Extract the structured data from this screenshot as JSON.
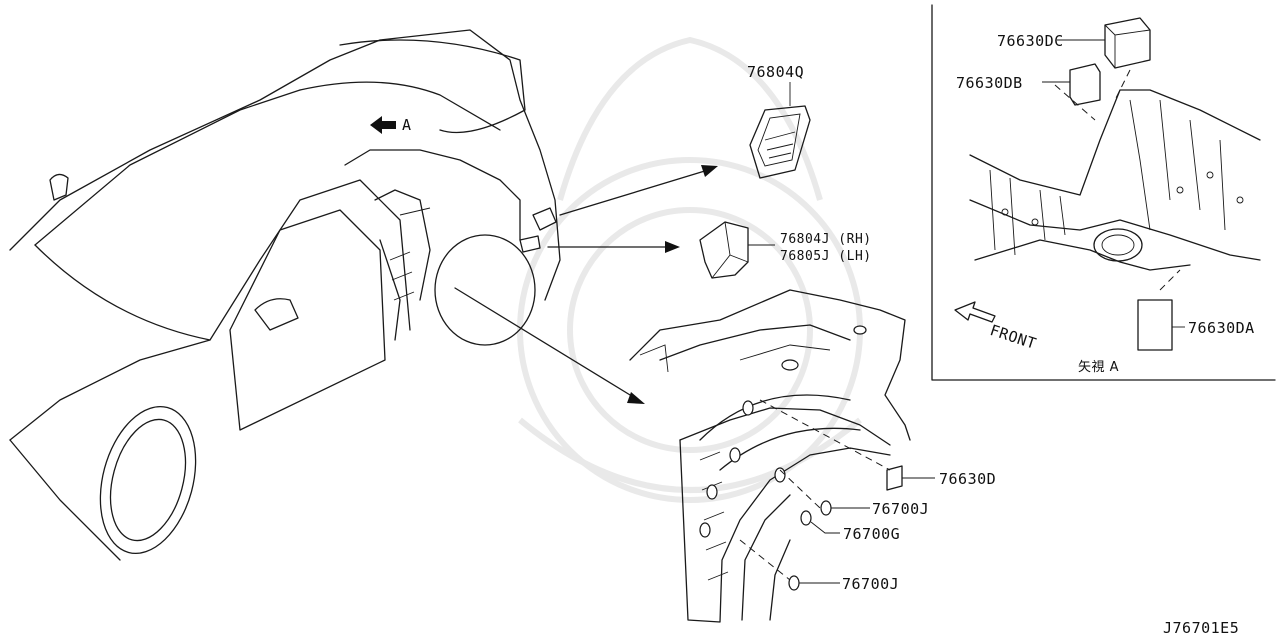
{
  "diagram_code": "J76701E5",
  "view_a_caption": "矢視 A",
  "front_label": "FRONT",
  "view_marker": "A",
  "parts": [
    {
      "id": "p1",
      "number": "76804Q"
    },
    {
      "id": "p2",
      "number": "76804J (RH)"
    },
    {
      "id": "p3",
      "number": "76805J (LH)"
    },
    {
      "id": "p4",
      "number": "76630D"
    },
    {
      "id": "p5",
      "number": "76700J"
    },
    {
      "id": "p6",
      "number": "76700G"
    },
    {
      "id": "p7",
      "number": "76700J"
    },
    {
      "id": "p8",
      "number": "76630DC"
    },
    {
      "id": "p9",
      "number": "76630DB"
    },
    {
      "id": "p10",
      "number": "76630DA"
    }
  ]
}
